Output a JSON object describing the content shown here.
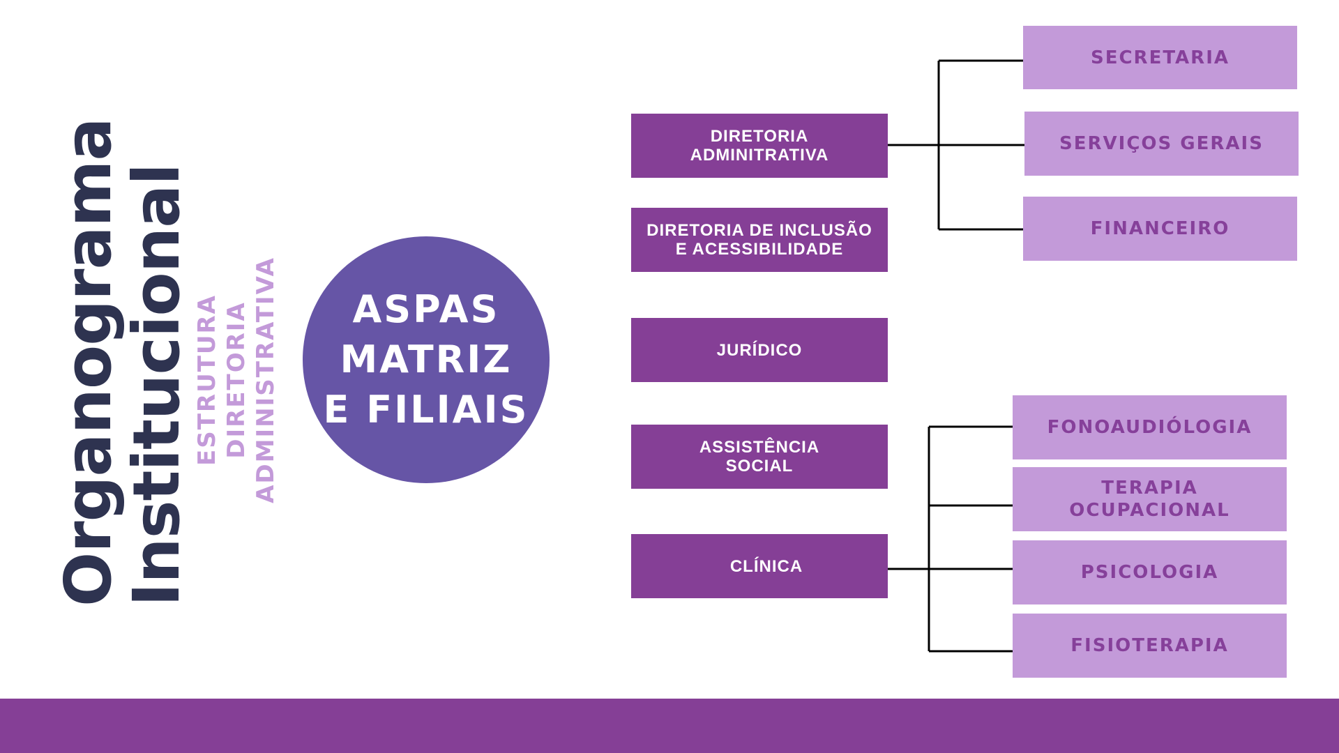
{
  "colors": {
    "title": "#2e3350",
    "subtitle": "#c39ad9",
    "circle": "#6655a6",
    "main_box": "#853f96",
    "sub_box": "#c39ad9",
    "sub_text": "#86409a",
    "footer": "#853f96",
    "connector": "#000000"
  },
  "header": {
    "title": "Organograma\nInstitucional",
    "subtitle": "ESTRUTURA DIRETORIA\nADMINISTRATIVA"
  },
  "center": {
    "label": "ASPAS\nMATRIZ\nE FILIAIS"
  },
  "departments": [
    {
      "label": "DIRETORIA\nADMINITRATIVA"
    },
    {
      "label": "DIRETORIA DE INCLUSÃO\nE ACESSIBILIDADE"
    },
    {
      "label": "JURÍDICO"
    },
    {
      "label": "ASSISTÊNCIA\nSOCIAL"
    },
    {
      "label": "CLÍNICA"
    }
  ],
  "admin_units": [
    {
      "label": "SECRETARIA"
    },
    {
      "label": "SERVIÇOS GERAIS"
    },
    {
      "label": "FINANCEIRO"
    }
  ],
  "clinic_units": [
    {
      "label": "FONOAUDIÓLOGIA"
    },
    {
      "label": "TERAPIA\nOCUPACIONAL"
    },
    {
      "label": "PSICOLOGIA"
    },
    {
      "label": "FISIOTERAPIA"
    }
  ]
}
